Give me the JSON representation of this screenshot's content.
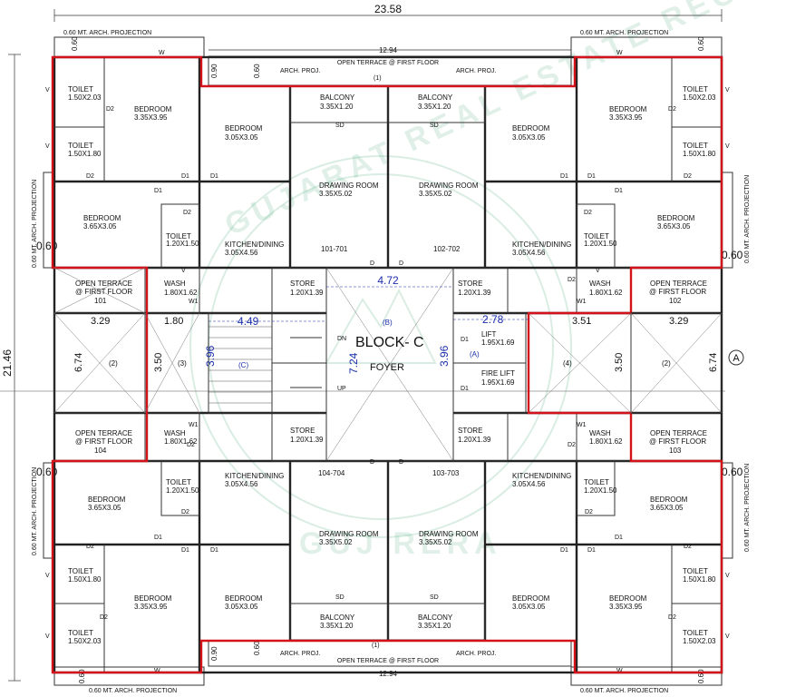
{
  "plan": {
    "block_title": "BLOCK- C",
    "foyer_label": "FOYER",
    "overall_width": "23.58",
    "overall_height": "21.46",
    "terrace_width": "12.94",
    "arch_projection_label": "0.60 MT. ARCH. PROJECTION",
    "arch_proj_short": "ARCH. PROJ.",
    "open_terrace_first_floor": "OPEN TERRACE @ FIRST FLOOR",
    "marker_1": "(1)",
    "axis_marker": "A"
  },
  "rooms": {
    "toilet": "TOILET",
    "toilet_a_size": "1.50X2.03",
    "toilet_b_size": "1.50X1.80",
    "toilet_c_size": "1.20X1.50",
    "bedroom": "BEDROOM",
    "bedroom_a_size": "3.35X3.95",
    "bedroom_b_size": "3.05X3.05",
    "bedroom_c_size": "3.65X3.05",
    "balcony": "BALCONY",
    "balcony_size": "3.35X1.20",
    "drawing_room": "DRAWING ROOM",
    "drawing_room_size": "3.35X5.02",
    "kitchen_dining": "KITCHEN/DINING",
    "kitchen_dining_size": "3.05X4.56",
    "store": "STORE",
    "store_size": "1.20X1.39",
    "wash": "WASH",
    "wash_size": "1.80X1.62",
    "open_terrace": "OPEN TERRACE",
    "at_first_floor": "@ FIRST FLOOR",
    "lift": "LIFT",
    "fire_lift": "FIRE LIFT",
    "lift_size": "1.95X1.69",
    "lift_size_b": "1.95X1.69"
  },
  "units": {
    "u101_701": "101-701",
    "u102_702": "102-702",
    "u104_704": "104-704",
    "u103_703": "103-703",
    "t101": "101",
    "t102": "102",
    "t103": "103",
    "t104": "104"
  },
  "openings": {
    "D": "D",
    "D1": "D1",
    "D2": "D2",
    "W": "W",
    "W1": "W1",
    "V": "V",
    "SD": "SD",
    "UP": "UP",
    "DN": "DN"
  },
  "dims": {
    "d060": "0.60",
    "d090": "0.90",
    "d329": "3.29",
    "d180": "1.80",
    "d351": "3.51",
    "d674": "6.74",
    "d350": "3.50",
    "d472": "4.72",
    "d449": "4.49",
    "d278": "2.78",
    "d396": "3.96",
    "d724": "7.24",
    "m2": "(2)",
    "m3": "(3)",
    "m4": "(4)",
    "mA": "(A)",
    "mB": "(B)",
    "mC": "(C)"
  },
  "watermark": {
    "arc_text": "GUJARAT REAL ESTATE REGULATORY AUTHORITY",
    "bottom_text": "GUJ RERA"
  },
  "colors": {
    "wall": "#222222",
    "boundary_red": "#d4121a",
    "dimension_blue": "#1a2ea8",
    "watermark_green": "#2c9d66"
  }
}
